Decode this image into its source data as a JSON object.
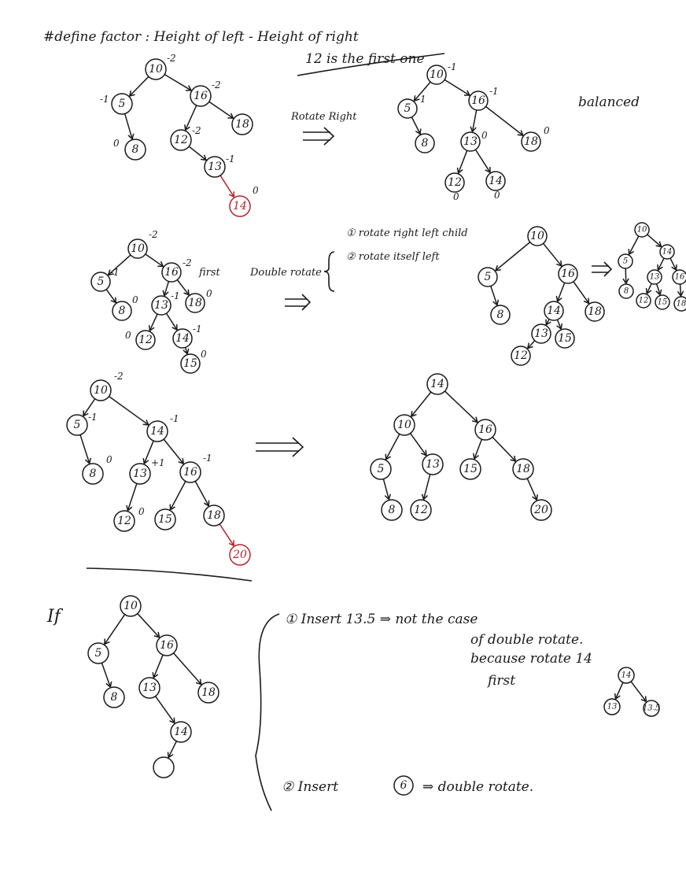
{
  "texts": {
    "define_factor": "#define factor : Height of left - Height of right",
    "first_one": "12 is the first one",
    "rotate_right": "Rotate Right",
    "balanced": "balanced",
    "first": "first",
    "double_rotate": "Double rotate",
    "step1": "① rotate right left child",
    "step2": "② rotate itself left",
    "if": "If",
    "insert1": "① Insert 13.5 ⇒ not the case",
    "insert1b": "of double rotate.",
    "insert1c": "because rotate 14",
    "insert1d": "first",
    "insert2": "② Insert",
    "insert2_val": "6",
    "insert2_result": "⇒ double rotate."
  },
  "trees": [
    {
      "id": "t1",
      "nodes": [
        {
          "label": "10",
          "bf": "-2"
        },
        {
          "label": "5",
          "bf": "-1"
        },
        {
          "label": "16",
          "bf": "-2"
        },
        {
          "label": "8",
          "bf": "0"
        },
        {
          "label": "12",
          "bf": "-2"
        },
        {
          "label": "18",
          "bf": ""
        },
        {
          "label": "13",
          "bf": "-1"
        },
        {
          "label": "14",
          "bf": "0",
          "highlight": true
        }
      ]
    },
    {
      "id": "t2",
      "nodes": [
        {
          "label": "10",
          "bf": "-1"
        },
        {
          "label": "5",
          "bf": "-1"
        },
        {
          "label": "16",
          "bf": "-1"
        },
        {
          "label": "8",
          "bf": ""
        },
        {
          "label": "13",
          "bf": "0"
        },
        {
          "label": "18",
          "bf": "0"
        },
        {
          "label": "12",
          "bf": "0"
        },
        {
          "label": "14",
          "bf": "0"
        }
      ]
    },
    {
      "id": "t3",
      "nodes": [
        {
          "label": "10",
          "bf": "-2"
        },
        {
          "label": "5",
          "bf": "-1"
        },
        {
          "label": "16",
          "bf": "-2"
        },
        {
          "label": "8",
          "bf": "0"
        },
        {
          "label": "13",
          "bf": "-1"
        },
        {
          "label": "18",
          "bf": "0"
        },
        {
          "label": "12",
          "bf": "0"
        },
        {
          "label": "14",
          "bf": "-1"
        },
        {
          "label": "15",
          "bf": "0"
        }
      ]
    },
    {
      "id": "t4",
      "nodes": [
        {
          "label": "10"
        },
        {
          "label": "5"
        },
        {
          "label": "16"
        },
        {
          "label": "8"
        },
        {
          "label": "14"
        },
        {
          "label": "18"
        },
        {
          "label": "13"
        },
        {
          "label": "15"
        },
        {
          "label": "12"
        }
      ]
    },
    {
      "id": "t5",
      "nodes": [
        {
          "label": "10"
        },
        {
          "label": "5"
        },
        {
          "label": "14"
        },
        {
          "label": "8"
        },
        {
          "label": "13"
        },
        {
          "label": "16"
        },
        {
          "label": "12"
        },
        {
          "label": "15"
        },
        {
          "label": "18"
        }
      ]
    },
    {
      "id": "t6",
      "nodes": [
        {
          "label": "10",
          "bf": "-2"
        },
        {
          "label": "5",
          "bf": "-1"
        },
        {
          "label": "14",
          "bf": "-1"
        },
        {
          "label": "8",
          "bf": "0"
        },
        {
          "label": "13",
          "bf": "+1"
        },
        {
          "label": "16",
          "bf": "-1"
        },
        {
          "label": "12",
          "bf": "0"
        },
        {
          "label": "15",
          "bf": ""
        },
        {
          "label": "18",
          "bf": ""
        },
        {
          "label": "20",
          "bf": "",
          "highlight": true
        }
      ]
    },
    {
      "id": "t7",
      "nodes": [
        {
          "label": "14"
        },
        {
          "label": "10"
        },
        {
          "label": "16"
        },
        {
          "label": "5"
        },
        {
          "label": "13"
        },
        {
          "label": "15"
        },
        {
          "label": "18"
        },
        {
          "label": "8"
        },
        {
          "label": "12"
        },
        {
          "label": "20"
        }
      ]
    },
    {
      "id": "t8",
      "nodes": [
        {
          "label": "10"
        },
        {
          "label": "5"
        },
        {
          "label": "16"
        },
        {
          "label": "8"
        },
        {
          "label": "13"
        },
        {
          "label": "18"
        },
        {
          "label": "14"
        },
        {
          "label": ""
        }
      ]
    },
    {
      "id": "t9",
      "nodes": [
        {
          "label": "14"
        },
        {
          "label": "13"
        },
        {
          "label": "13.5"
        }
      ]
    }
  ]
}
